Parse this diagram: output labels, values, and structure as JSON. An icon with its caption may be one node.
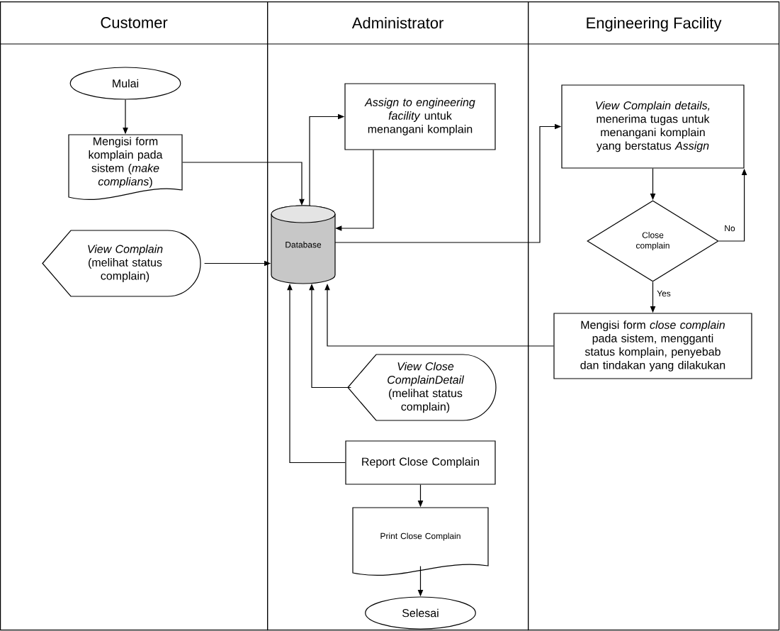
{
  "diagram": {
    "nodes": [
      {
        "text": [
          "Customer"
        ]
      },
      {
        "text": [
          "Administrator"
        ]
      },
      {
        "text": [
          "Engineering Facility"
        ]
      },
      {
        "text": [
          "Mulai"
        ],
        "in": 0
      },
      {
        "text": [
          "Mengisi form komplain pada sistem (*make complians*)"
        ],
        "in": 0
      },
      {
        "text": [
          "*View Complain* (melihat status complain)"
        ],
        "in": 0
      },
      {
        "text": [
          "Database"
        ],
        "in": 1
      },
      {
        "text": [
          "*Assign to engineering facility* untuk menangani komplain"
        ],
        "in": 1
      },
      {
        "text": [
          "*View Close ComplainDetail* (melihat status complain)"
        ],
        "in": 1
      },
      {
        "text": [
          "Report Close Complain"
        ],
        "in": 1
      },
      {
        "text": [
          "Print Close Complain"
        ],
        "in": 1
      },
      {
        "text": [
          "Selesai"
        ],
        "in": 1
      },
      {
        "text": [
          "*View Complain details,* menerima tugas untuk menangani komplain yang berstatus *Assign*"
        ],
        "in": 2
      },
      {
        "text": [
          "Close complain"
        ],
        "in": 2
      },
      {
        "text": [
          "Mengisi form *close complain* pada sistem, mengganti status komplain, penyebab dan tindakan yang dilakukan"
        ],
        "in": 2
      }
    ],
    "edges": [
      {
        "from": 3,
        "to": 4,
        "arrow": "to"
      },
      {
        "from": 4,
        "to": 6,
        "arrow": "to"
      },
      {
        "from": 5,
        "to": 6,
        "arrow": "to"
      },
      {
        "from": 6,
        "to": 7,
        "arrow": "to"
      },
      {
        "from": 7,
        "to": 6,
        "arrow": "to"
      },
      {
        "from": 6,
        "to": 12,
        "arrow": "to"
      },
      {
        "from": 12,
        "to": 13,
        "arrow": "to"
      },
      {
        "from": 13,
        "to": 12,
        "arrow": "to",
        "label": "No"
      },
      {
        "from": 13,
        "to": 14,
        "arrow": "to",
        "label": "Yes"
      },
      {
        "from": 14,
        "to": 6,
        "arrow": "to"
      },
      {
        "from": 8,
        "to": 6,
        "arrow": "to"
      },
      {
        "from": 9,
        "to": 6,
        "arrow": "to"
      },
      {
        "from": 9,
        "to": 10,
        "arrow": "to"
      },
      {
        "from": 10,
        "to": 11,
        "arrow": "to"
      }
    ]
  }
}
